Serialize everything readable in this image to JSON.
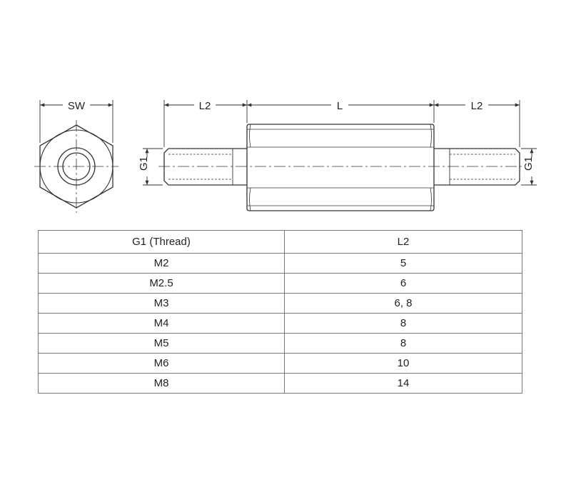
{
  "dimensions": {
    "sw": "SW",
    "l2_left": "L2",
    "l": "L",
    "l2_right": "L2",
    "g1_left": "G1",
    "g1_right": "G1"
  },
  "table": {
    "headers": [
      "G1 (Thread)",
      "L2"
    ],
    "rows": [
      [
        "M2",
        "5"
      ],
      [
        "M2.5",
        "6"
      ],
      [
        "M3",
        "6, 8"
      ],
      [
        "M4",
        "8"
      ],
      [
        "M5",
        "8"
      ],
      [
        "M6",
        "10"
      ],
      [
        "M8",
        "14"
      ]
    ]
  }
}
